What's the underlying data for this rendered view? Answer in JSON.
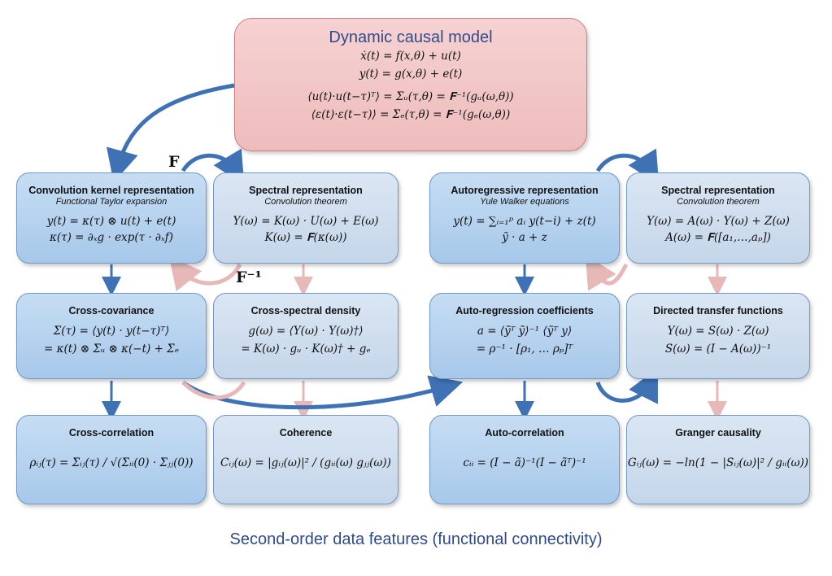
{
  "top": {
    "title": "Dynamic causal model",
    "eq1": "ẋ(t) = f(x,θ) + u(t)",
    "eq2": "y(t) = g(x,θ) + e(t)",
    "eq3": "⟨u(t)·u(t−τ)ᵀ⟩ = Σᵤ(τ,θ) = 𝐅⁻¹(gᵤ(ω,θ))",
    "eq4": "⟨ε(t)·ε(t−τ)⟩ = Σₑ(τ,θ) = 𝐅⁻¹(gₑ(ω,θ))"
  },
  "symbols": {
    "F": "F",
    "Finv": "F⁻¹"
  },
  "boxes": {
    "conv_kernel": {
      "title": "Convolution kernel representation",
      "subtitle": "Functional Taylor expansion",
      "eq1": "y(t) = κ(τ) ⊗ u(t) + e(t)",
      "eq2": "κ(τ) = ∂ₓg · exp(τ · ∂ₓf)"
    },
    "spectral_left": {
      "title": "Spectral representation",
      "subtitle": "Convolution theorem",
      "eq1": "Y(ω) = K(ω) · U(ω) + E(ω)",
      "eq2": "K(ω) = 𝐅(κ(ω))"
    },
    "autoreg": {
      "title": "Autoregressive representation",
      "subtitle": "Yule Walker equations",
      "eq1": "y(t) = ∑ᵢ₌₁ᵖ aᵢ y(t−i) + z(t)",
      "eq2": "  ỹ · a + z"
    },
    "spectral_right": {
      "title": "Spectral representation",
      "subtitle": "Convolution theorem",
      "eq1": "Y(ω) = A(ω) · Y(ω) + Z(ω)",
      "eq2": "A(ω) = 𝐅([a₁,…,aₚ])"
    },
    "cross_cov": {
      "title": "Cross-covariance",
      "eq1": "Σ(τ) = ⟨y(t) · y(t−τ)ᵀ⟩",
      "eq2": "= κ(t) ⊗ Σᵤ ⊗ κ(−t) + Σₑ"
    },
    "cross_spec": {
      "title": "Cross-spectral density",
      "eq1": "g(ω) = ⟨Y(ω) · Y(ω)†⟩",
      "eq2": "= K(ω) · gᵤ · K(ω)† + gₑ"
    },
    "ar_coef": {
      "title": "Auto-regression coefficients",
      "eq1": "a = ⟨ỹᵀ ỹ⟩⁻¹ ⟨ỹᵀ y⟩",
      "eq2": "= ρ⁻¹ · [ρ₁, … ρₚ]ᵀ"
    },
    "dtf": {
      "title": "Directed transfer functions",
      "eq1": "Y(ω) = S(ω) · Z(ω)",
      "eq2": "S(ω) = (I − A(ω))⁻¹"
    },
    "cross_corr": {
      "title": "Cross-correlation",
      "eq1": "ρᵢⱼ(τ) = Σᵢⱼ(τ) / √(Σᵢᵢ(0) · Σⱼⱼ(0))"
    },
    "coherence": {
      "title": "Coherence",
      "eq1": "Cᵢⱼ(ω) = |gᵢⱼ(ω)|² / (gᵢᵢ(ω) gⱼⱼ(ω))"
    },
    "auto_corr": {
      "title": "Auto-correlation",
      "eq1": "cᵢᵢ = (I − ã)⁻¹(I − ãᵀ)⁻¹"
    },
    "granger": {
      "title": "Granger causality",
      "eq1": "Gᵢⱼ(ω) = −ln(1 − |Sᵢⱼ(ω)|² / gᵢᵢ(ω))"
    }
  },
  "caption": "Second-order data features (functional connectivity)",
  "colors": {
    "arrow_dark": "#3f72b5",
    "arrow_light": "#e6b8b8",
    "title_blue": "#2f4b8a"
  }
}
